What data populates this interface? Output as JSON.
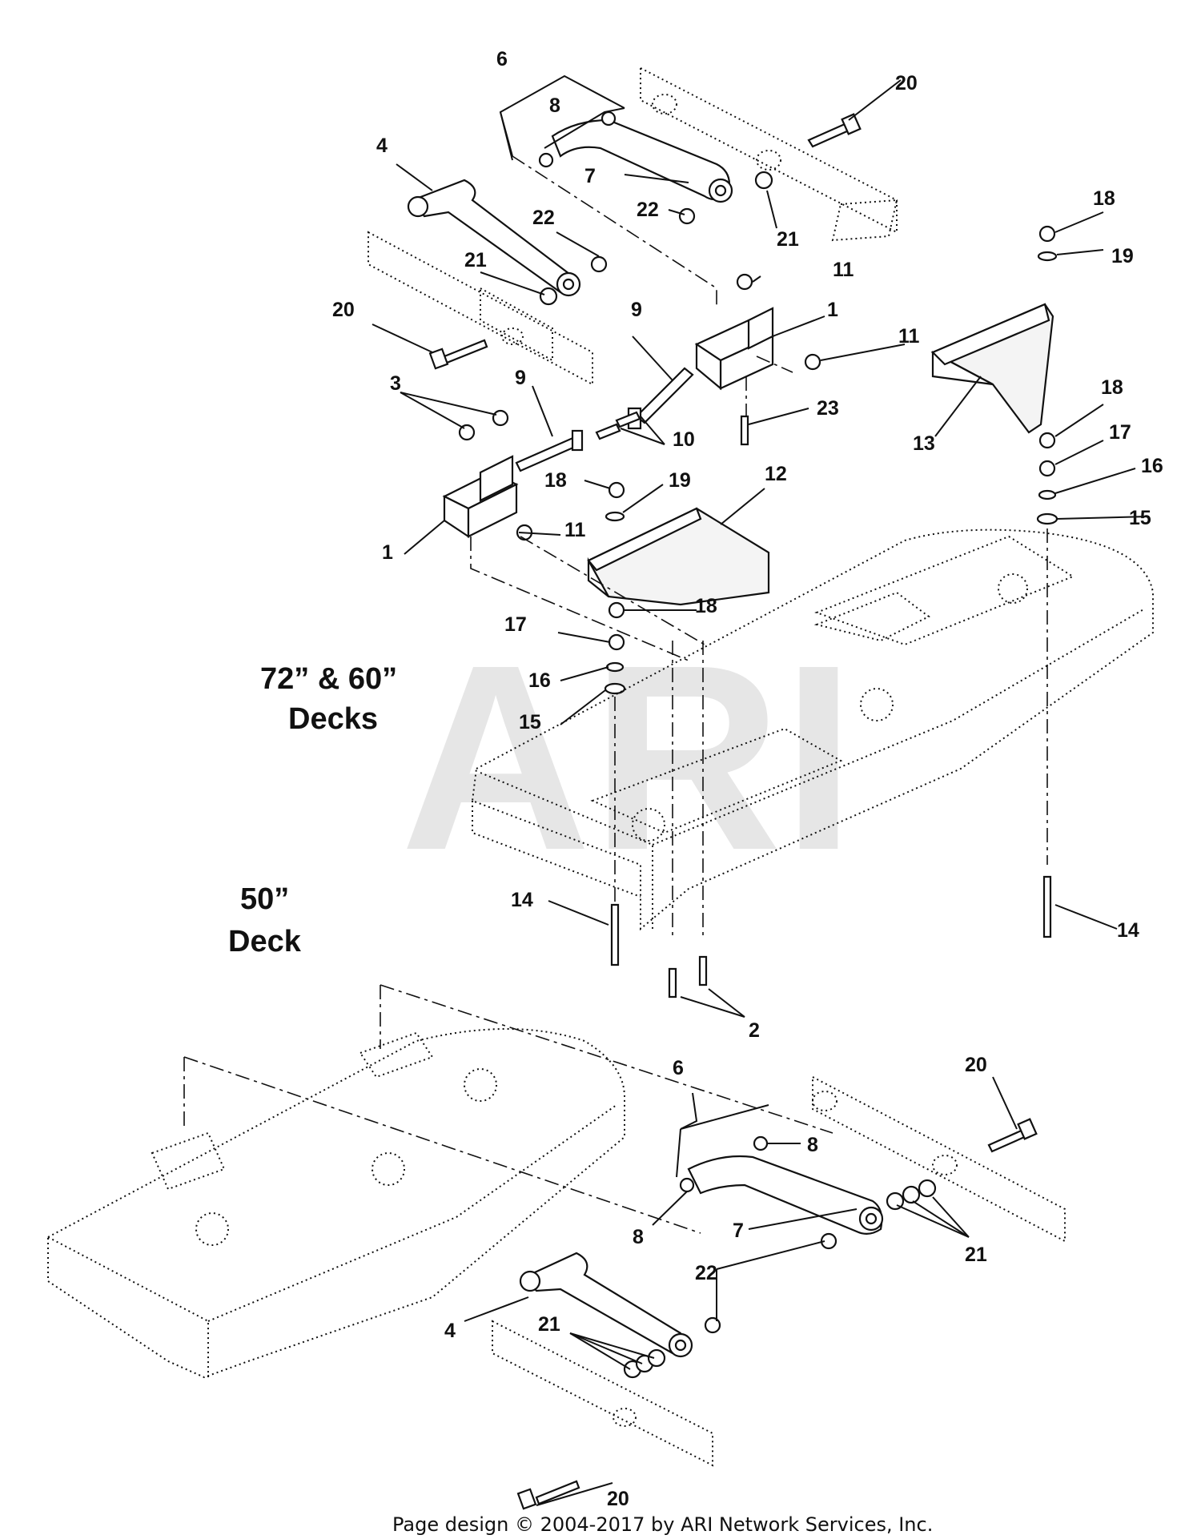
{
  "deck_labels": {
    "large_line1": "72” & 60”",
    "large_line2": "Decks",
    "small_line1": "50”",
    "small_line2": "Deck"
  },
  "watermark": "ARI",
  "footer": "Page design © 2004-2017 by ARI Network Services, Inc.",
  "callouts": {
    "c1a": "6",
    "c2a": "8",
    "c3a": "20",
    "c4a": "4",
    "c5a": "7",
    "c6a": "22",
    "c7a": "21",
    "c8a": "22",
    "c9a": "21",
    "c10a": "18",
    "c11a": "19",
    "c12a": "11",
    "c13a": "20",
    "c14a": "9",
    "c15a": "1",
    "c16a": "11",
    "c17a": "3",
    "c18a": "9",
    "c19a": "23",
    "c20a": "10",
    "c21a": "13",
    "c22a": "18",
    "c23a": "17",
    "c24a": "16",
    "c25a": "18",
    "c26a": "19",
    "c27a": "12",
    "c28a": "15",
    "c29a": "1",
    "c30a": "11",
    "c31a": "18",
    "c32a": "17",
    "c33a": "16",
    "c34a": "15",
    "c35a": "14",
    "c36a": "14",
    "c37a": "2",
    "c1b": "20",
    "c2b": "6",
    "c3b": "8",
    "c4b": "8",
    "c5b": "7",
    "c6b": "21",
    "c7b": "22",
    "c8b": "4",
    "c9b": "21",
    "c10b": "20"
  }
}
